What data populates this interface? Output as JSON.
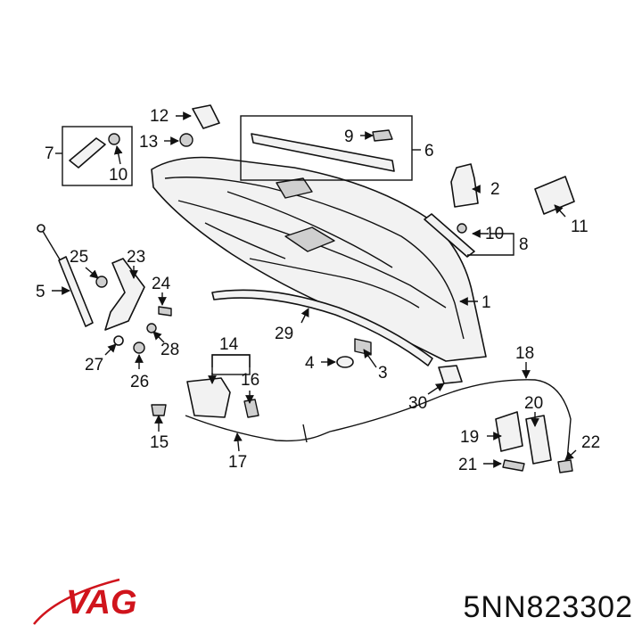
{
  "brand": {
    "logo_text": "VAG",
    "logo_color": "#d0141c"
  },
  "part_number": "5NN823302",
  "callouts": {
    "c1": "1",
    "c2": "2",
    "c3": "3",
    "c4": "4",
    "c5": "5",
    "c6": "6",
    "c7": "7",
    "c8": "8",
    "c9": "9",
    "c10a": "10",
    "c10b": "10",
    "c11": "11",
    "c12": "12",
    "c13": "13",
    "c14": "14",
    "c15": "15",
    "c16": "16",
    "c17": "17",
    "c18": "18",
    "c19": "19",
    "c20": "20",
    "c21": "21",
    "c22": "22",
    "c23": "23",
    "c24": "24",
    "c25": "25",
    "c26": "26",
    "c27": "27",
    "c28": "28",
    "c29": "29",
    "c30": "30"
  }
}
